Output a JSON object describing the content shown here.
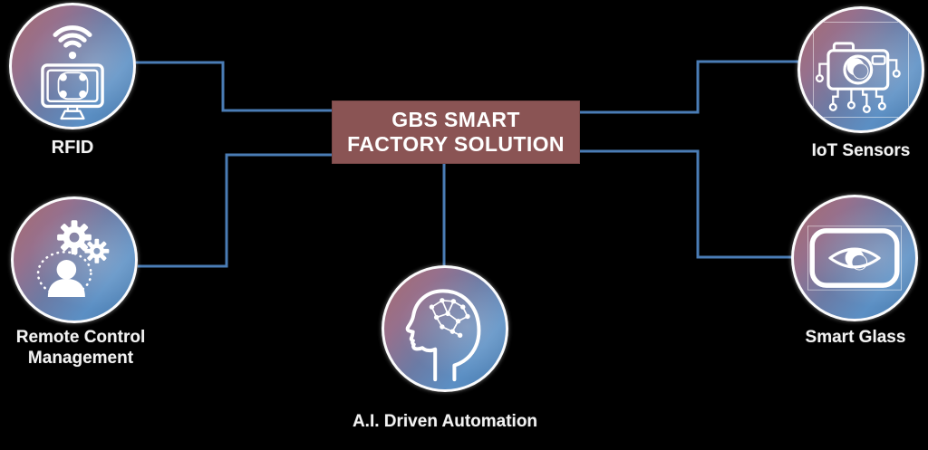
{
  "title": {
    "line1": "GBS SMART",
    "line2": "FACTORY SOLUTION"
  },
  "nodes": {
    "rfid": {
      "label": "RFID",
      "icon": "monitor-wifi-rfid-icon"
    },
    "remote": {
      "label_line1": "Remote Control",
      "label_line2": "Management",
      "icon": "gears-user-cloud-icon"
    },
    "iot": {
      "label": "IoT Sensors",
      "icon": "camera-circuit-icon"
    },
    "smart_glass": {
      "label": "Smart Glass",
      "icon": "glass-eye-icon"
    },
    "ai": {
      "label": "A.I. Driven Automation",
      "icon": "head-neural-network-icon"
    }
  },
  "colors": {
    "background": "#000000",
    "box_bg": "#8a5454",
    "box_text": "#ffffff",
    "connector": "#4a7cb5",
    "label_text": "#f2f2f2",
    "grad_a": "#a96b6e",
    "grad_e": "#4a7aab"
  }
}
